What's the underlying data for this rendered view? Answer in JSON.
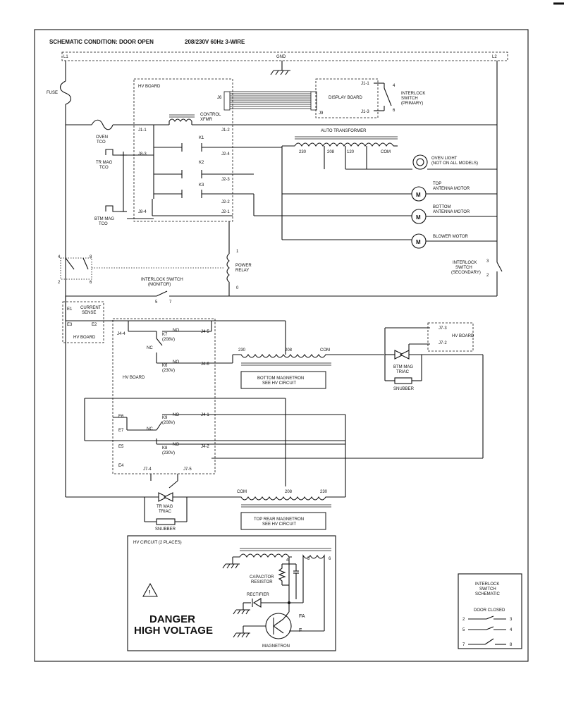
{
  "header": {
    "condition": "SCHEMATIC CONDITION: DOOR OPEN",
    "supply": "208/230V 60Hz 3-WIRE",
    "l1": "L1",
    "gnd": "GND",
    "l2": "L2"
  },
  "components": {
    "fuse": "FUSE",
    "hv_board": "HV BOARD",
    "j6": "J6",
    "j9": "J9",
    "display_board": "DISPLAY BOARD",
    "j1_1": "J1-1",
    "j1_3": "J1-3",
    "n4": "4",
    "n6": "6",
    "interlock_primary": [
      "INTERLOCK",
      "SWITCH",
      "(PRIMARY)"
    ],
    "oven_tco": [
      "OVEN",
      "TCO"
    ],
    "control_xfmr": [
      "CONTROL",
      "XFMR"
    ],
    "j1_1_hv": "J1-1",
    "j1_2": "J1-2",
    "k1": "K1",
    "k2": "K2",
    "k3": "K3",
    "j8_3": "J8-3",
    "j8_4": "J8-4",
    "j2_4": "J2-4",
    "j2_3": "J2-3",
    "j2_2": "J2-2",
    "j2_1": "J2-1",
    "tr_mag_tco": [
      "TR MAG",
      "TCO"
    ],
    "btm_mag_tco": [
      "BTM MAG",
      "TCO"
    ],
    "auto_transformer": "AUTO TRANSFORMER",
    "tap_230": "230",
    "tap_208": "208",
    "tap_120": "120",
    "tap_com": "COM",
    "oven_light": [
      "OVEN LIGHT",
      "(NOT ON ALL MODELS)"
    ],
    "top_antenna": [
      "TOP",
      "ANTENNA MOTOR"
    ],
    "bottom_antenna": [
      "BOTTOM",
      "ANTENNA MOTOR"
    ],
    "blower_motor": "BLOWER MOTOR",
    "motor_symbol": "M",
    "power_relay": [
      "POWER",
      "RELAY"
    ],
    "pr_1": "1",
    "pr_0": "0",
    "door_4": "4",
    "door_8": "8",
    "door_2": "2",
    "door_6": "6",
    "interlock_monitor": [
      "INTERLOCK SWITCH",
      "(MONITOR)"
    ],
    "mon_5": "5",
    "mon_7": "7",
    "interlock_secondary": [
      "INTERLOCK",
      "SWITCH",
      "(SECONDARY)"
    ],
    "sec_3": "3",
    "sec_2": "2",
    "e1": "E1",
    "e2": "E2",
    "e3": "E3",
    "current_sense": [
      "CURRENT",
      "SENSE"
    ],
    "hv_board_cs": "HV BOARD",
    "j4_4": "J4-4",
    "j4_5": "J4-5",
    "j4_6": "J4-6",
    "k7": [
      "K7",
      "(208V)"
    ],
    "k6": [
      "K6",
      "(230V)"
    ],
    "no": "NO",
    "nc": "NC",
    "hv_board_mid": "HV BOARD",
    "bm_230": "230",
    "bm_208": "208",
    "bm_com": "COM",
    "bottom_magnetron": [
      "BOTTOM MAGNETRON",
      "SEE HV CIRCUIT"
    ],
    "j7_3": "J7-3",
    "j7_2": "J7-2",
    "hv_board_right": "HV BOARD",
    "btm_mag_triac": [
      "BTM MAG",
      "TRIAC"
    ],
    "snubber": "SNUBBER",
    "e6": "E6",
    "e7": "E7",
    "e5": "E5",
    "e4": "E4",
    "j4_1": "J4-1",
    "j4_2": "J4-2",
    "k9": [
      "K9",
      "(208V)"
    ],
    "k8": [
      "K8",
      "(230V)"
    ],
    "j7_4": "J7-4",
    "j7_5": "J7-5",
    "tr_mag_triac": [
      "TR MAG",
      "TRIAC"
    ],
    "snubber2": "SNUBBER",
    "tm_com": "COM",
    "tm_208": "208",
    "tm_230": "230",
    "top_rear_magnetron": [
      "TOP REAR MAGNETRON",
      "SEE HV CIRCUIT"
    ]
  },
  "hv_circuit": {
    "title": "HV CIRCUIT (2 PLACES)",
    "n4": "4",
    "n5": "5",
    "n6": "6",
    "capacitor": [
      "CAPACITOR",
      "RESISTOR"
    ],
    "rectifier": "RECTIFIER",
    "fa": "FA",
    "f": "F",
    "magnetron": "MAGNETRON",
    "danger": [
      "DANGER",
      "HIGH VOLTAGE"
    ],
    "warning_glyph": "!",
    "warning_icon": "warning-triangle-icon"
  },
  "interlock_legend": {
    "title": [
      "INTERLOCK",
      "SWITCH",
      "SCHEMATIC"
    ],
    "door_closed": "DOOR CLOSED",
    "rows": [
      {
        "left": "2",
        "right": "3"
      },
      {
        "left": "5",
        "right": "4"
      },
      {
        "left": "7",
        "right": "8"
      }
    ]
  }
}
